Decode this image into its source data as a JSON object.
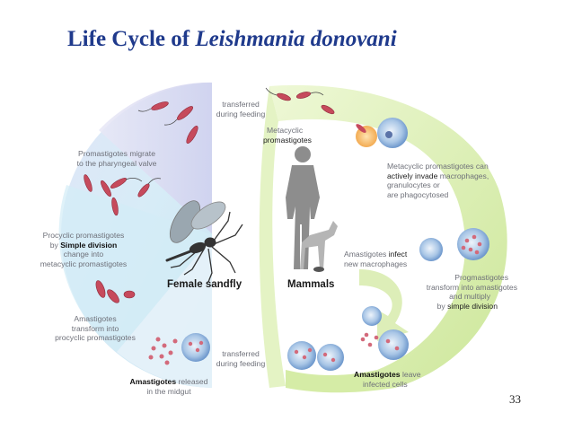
{
  "title": {
    "prefix": "Life Cycle of ",
    "species": "Leishmania donovani"
  },
  "sandfly_stages": {
    "transferred_feeding_top_1": "transferred",
    "transferred_feeding_top_2": "during feeding",
    "migrate_1": "Promastigotes migrate",
    "migrate_2": "to the pharyngeal valve",
    "procyclic_1": "Procyclic promastigotes",
    "procyclic_2a": "by ",
    "procyclic_2b": "Simple division",
    "procyclic_3": "change into",
    "procyclic_4": "metacyclic promastigotes",
    "amastigotes_transform_1": "Amastigotes",
    "amastigotes_transform_2": "transform into",
    "amastigotes_transform_3": "procyclic promastigotes",
    "transferred_feeding_bottom_1": "transferred",
    "transferred_feeding_bottom_2": "during feeding",
    "released_1a": "Amastigotes",
    "released_1b": " released",
    "released_2": "in the midgut",
    "host_label": "Female sandfly"
  },
  "mammal_stages": {
    "metacyclic_1": "Metacyclic",
    "metacyclic_2": "promastigotes",
    "invade_1": "Metacyclic promastigotes can",
    "invade_2a": "actively invade",
    "invade_2b": " macrophages,",
    "invade_3": "granulocytes or",
    "invade_4": "are phagocytosed",
    "infect_1a": "Amastigotes ",
    "infect_1b": "infect",
    "infect_2": "new macrophages",
    "multiply_1": "Progmastigotes",
    "multiply_2": "transform into amastigotes",
    "multiply_3": "and multiply",
    "multiply_4a": "by ",
    "multiply_4b": "simple division",
    "leave_1a": "Amastigotes",
    "leave_1b": " leave",
    "leave_2": "infected cells",
    "host_label": "Mammals"
  },
  "page_number": "33",
  "colors": {
    "title": "#1f3a8c",
    "sandfly_arc": "#cfe4f4",
    "mammal_arc": "#dcefb4",
    "parasite": "#c64a5c",
    "cell": "#7fa8d6"
  }
}
